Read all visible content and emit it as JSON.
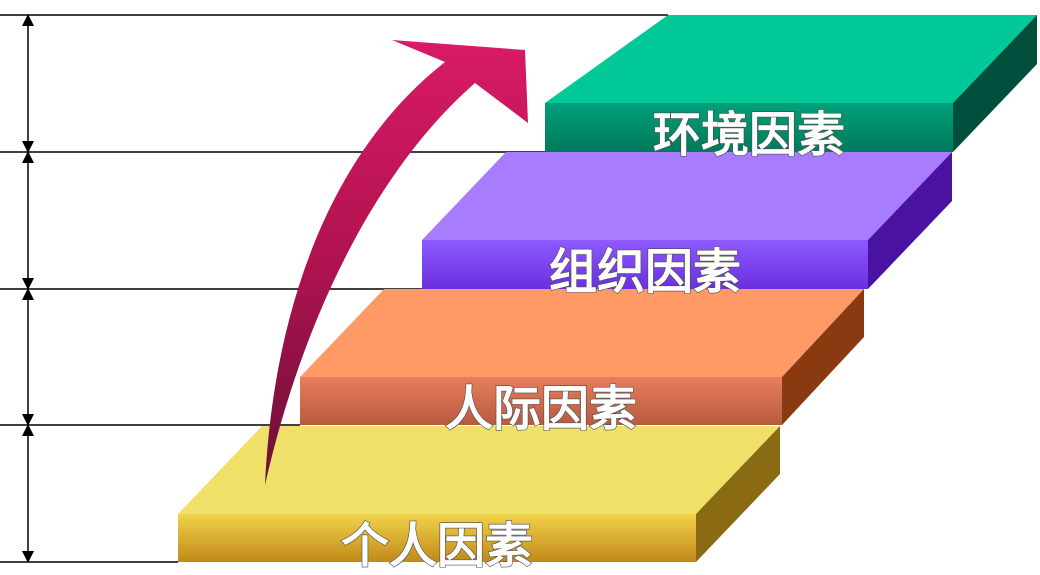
{
  "steps": [
    {
      "label": "个人因素",
      "top": "#EFE06A",
      "front": "#D4A82A",
      "side": "#8A6A12"
    },
    {
      "label": "人际因素",
      "top": "#FF9A66",
      "front": "#D56B50",
      "side": "#8A3A10"
    },
    {
      "label": "组织因素",
      "top": "#A77CFF",
      "front": "#7A3FF0",
      "side": "#4A12A0"
    },
    {
      "label": "环境因素",
      "top": "#00C896",
      "front": "#00906C",
      "side": "#004E3C"
    }
  ],
  "arrow_color": "#CC1166",
  "line_color": "#000000"
}
